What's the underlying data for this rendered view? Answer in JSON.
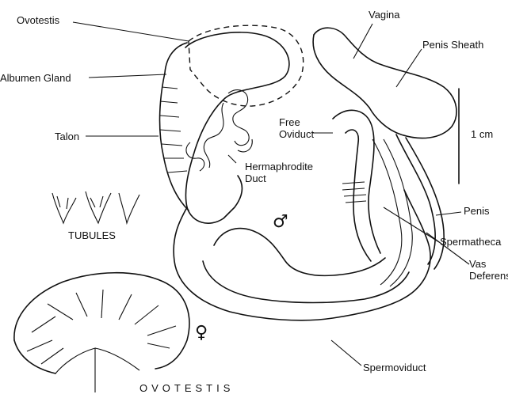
{
  "labels": {
    "ovotestis": "Ovotestis",
    "albumen_gland": "Albumen Gland",
    "talon": "Talon",
    "hermaphrodite_duct": "Hermaphrodite\nDuct",
    "free_oviduct": "Free\nOviduct",
    "vagina": "Vagina",
    "penis_sheath": "Penis Sheath",
    "scale": "1 cm",
    "penis": "Penis",
    "spermatheca": "Spermatheca",
    "vas_deferens": "Vas\nDeferens",
    "spermoviduct": "Spermoviduct",
    "tubules": "TUBULES",
    "ovotestis_caption": "OVOTESTIS",
    "male_symbol": "♂",
    "female_symbol": "♀"
  }
}
